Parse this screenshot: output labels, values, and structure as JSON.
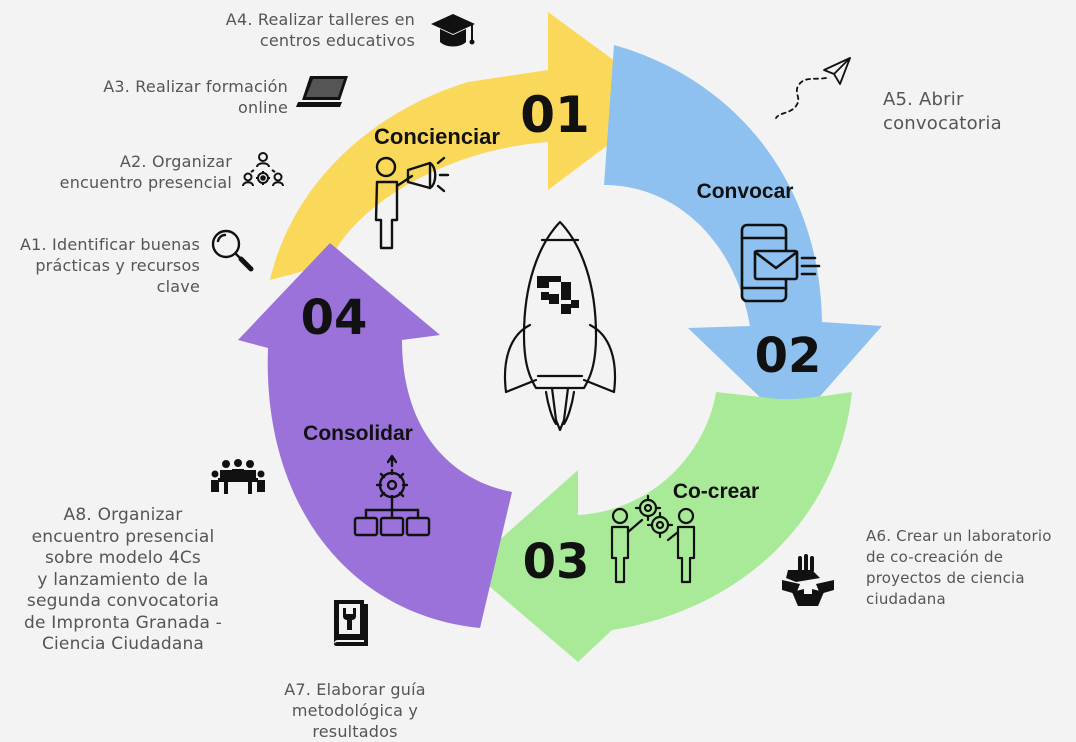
{
  "colors": {
    "background": "#f3f3f3",
    "concienciar": "#fad85a",
    "convocar": "#8ec1ef",
    "cocrear": "#a9ea98",
    "consolidar": "#9a72da",
    "text": "#555555",
    "ink": "#111111"
  },
  "phases": [
    {
      "number": "01",
      "label": "Concienciar",
      "icon": "megaphone-person-icon"
    },
    {
      "number": "02",
      "label": "Convocar",
      "icon": "phone-mail-icon"
    },
    {
      "number": "03",
      "label": "Co-crear",
      "icon": "collaborating-people-icon"
    },
    {
      "number": "04",
      "label": "Consolidar",
      "icon": "gear-hierarchy-icon"
    }
  ],
  "center_icon": "rocket-logo-icon",
  "activities": {
    "a1": {
      "lines": [
        "A1. Identificar buenas",
        "prácticas y recursos",
        "clave"
      ],
      "icon": "magnifier-icon"
    },
    "a2": {
      "lines": [
        "A2. Organizar",
        "encuentro presencial"
      ],
      "icon": "team-gear-icon"
    },
    "a3": {
      "lines": [
        "A3. Realizar formación",
        "online"
      ],
      "icon": "laptop-icon"
    },
    "a4": {
      "lines": [
        "A4. Realizar talleres en",
        "centros educativos"
      ],
      "icon": "graduation-cap-icon"
    },
    "a5": {
      "lines": [
        "A5. Abrir",
        "convocatoria"
      ],
      "icon": "paper-plane-icon"
    },
    "a6": {
      "lines": [
        "A6. Crear un laboratorio",
        "de co-creación de",
        "proyectos de ciencia",
        "ciudadana"
      ],
      "icon": "hands-together-icon"
    },
    "a7": {
      "lines": [
        "A7. Elaborar guía",
        "metodológica y",
        "resultados"
      ],
      "icon": "guide-book-icon"
    },
    "a8": {
      "lines": [
        "A8. Organizar",
        "encuentro presencial",
        "sobre modelo 4Cs",
        "y lanzamiento de la",
        "segunda convocatoria",
        "de Impronta Granada -",
        "Ciencia Ciudadana"
      ],
      "icon": "meeting-table-icon"
    }
  }
}
